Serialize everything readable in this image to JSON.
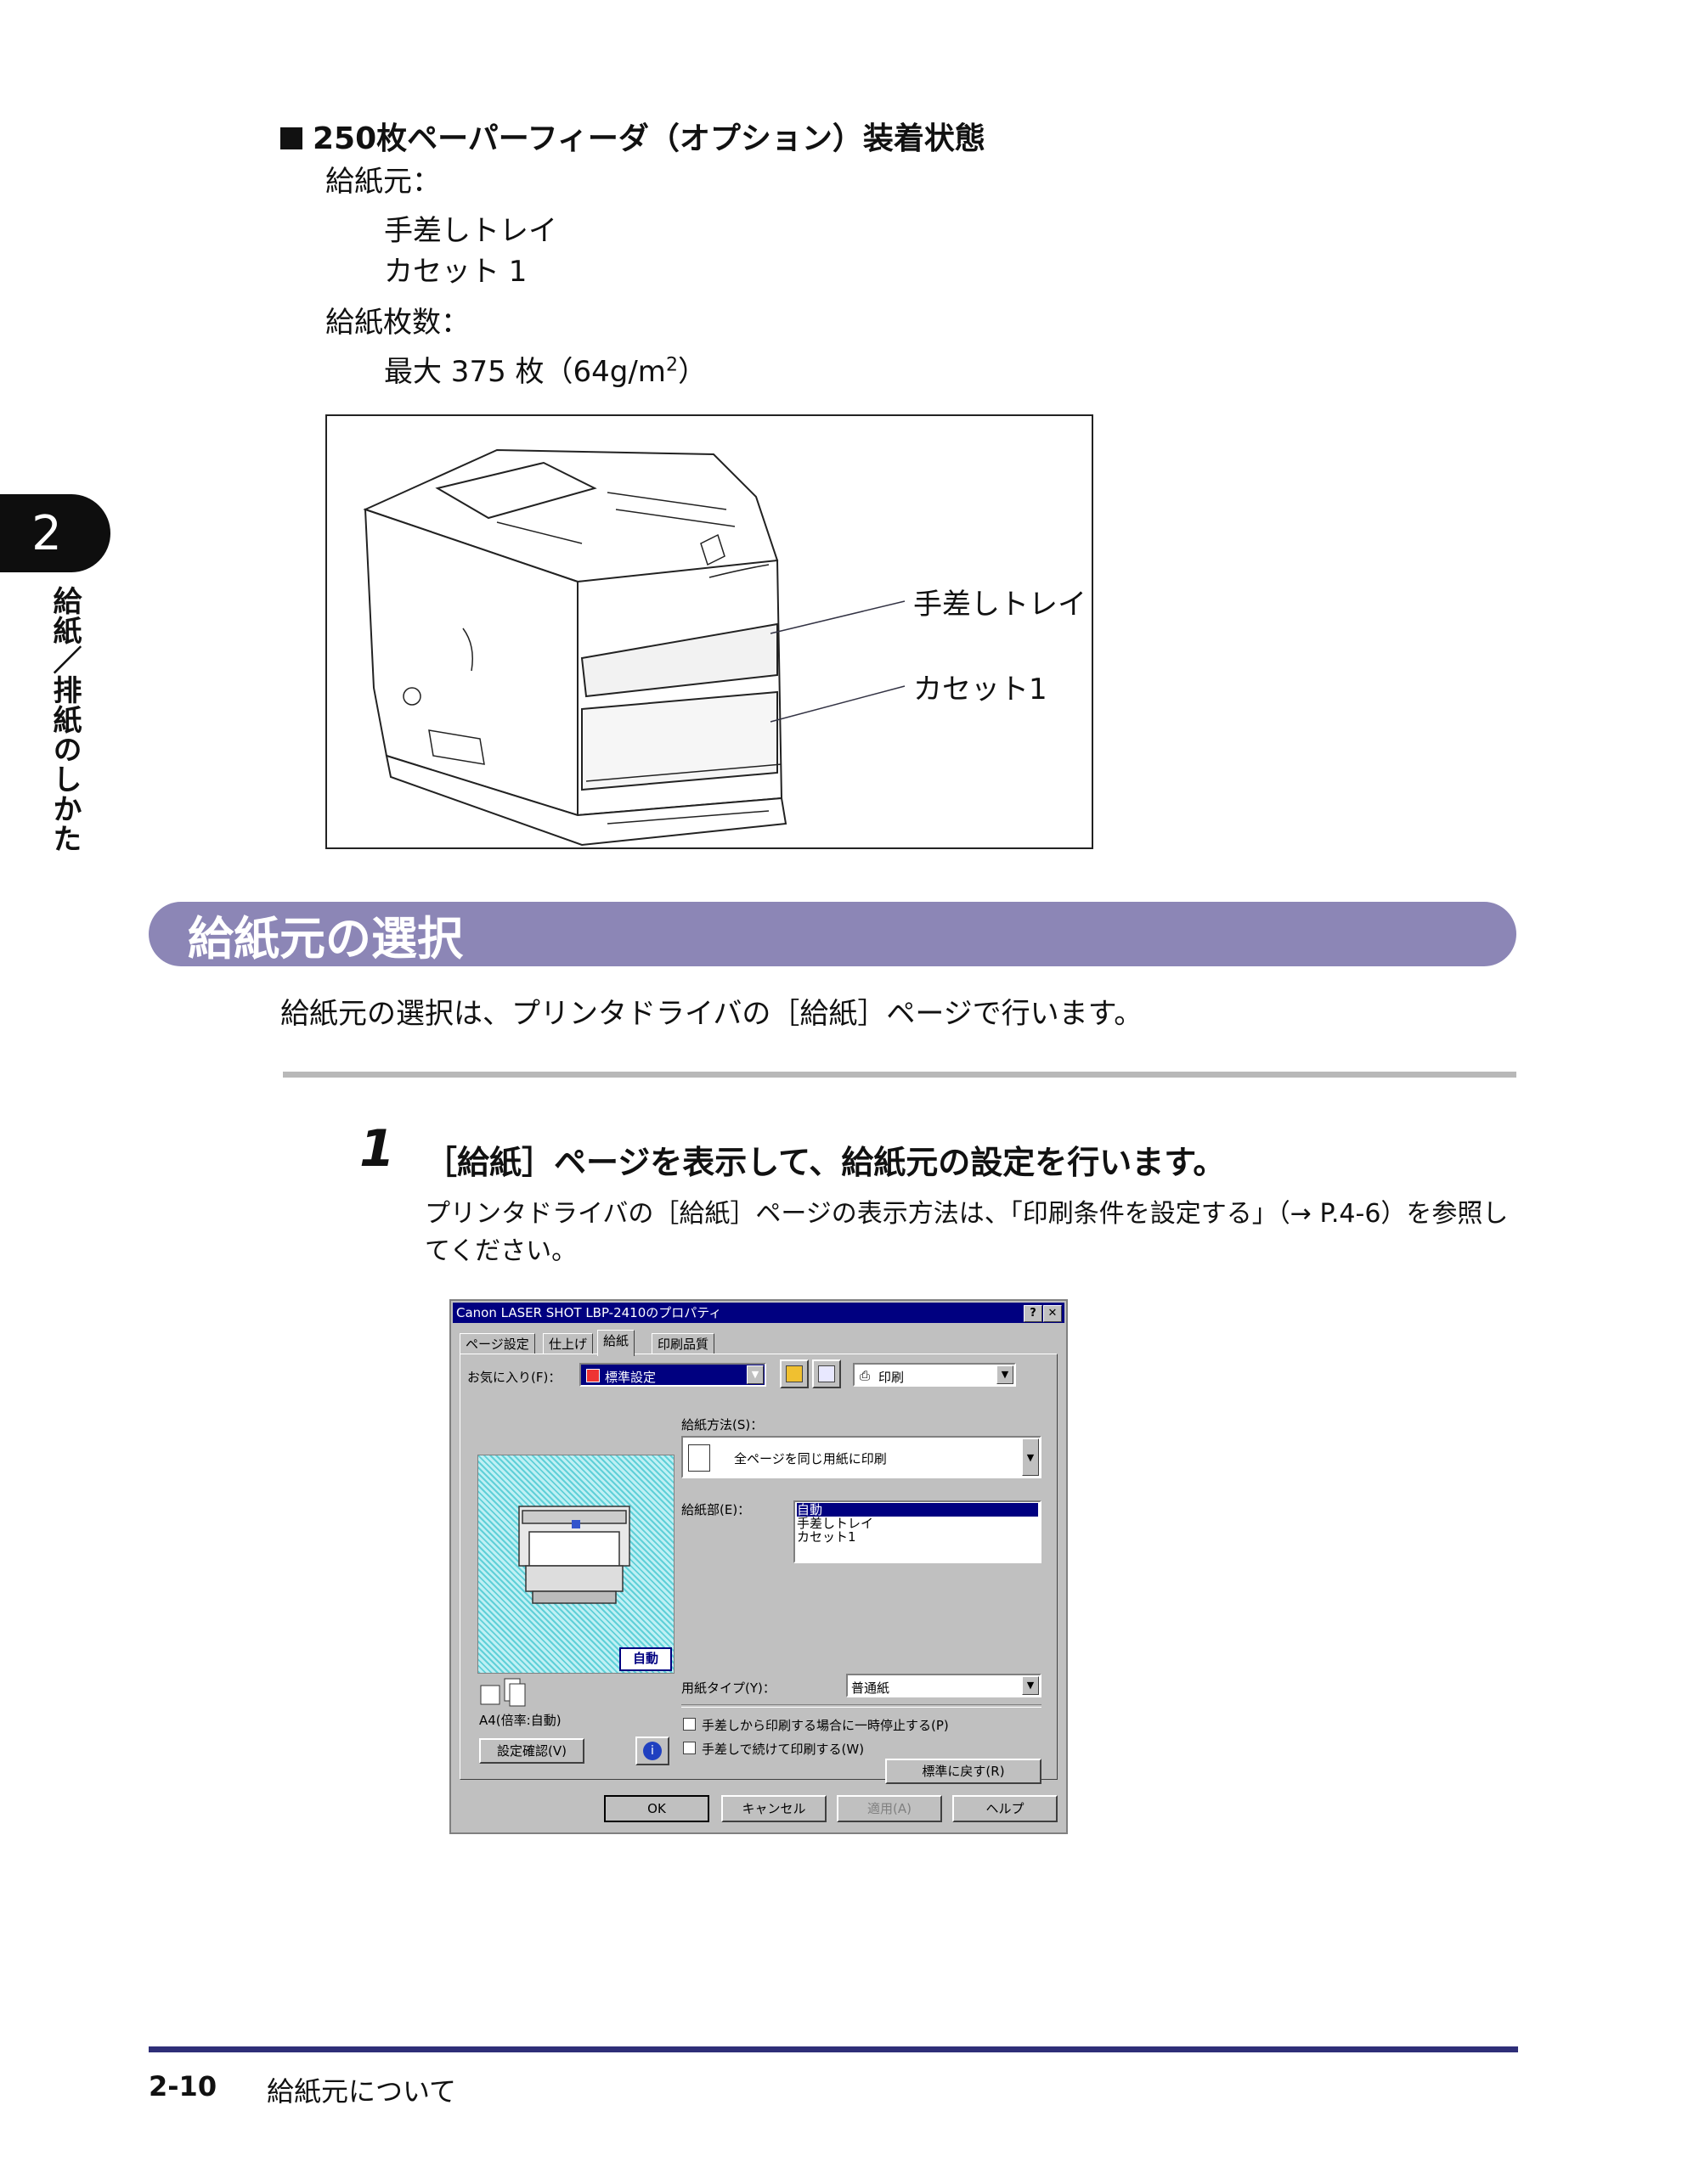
{
  "section": {
    "title": "250枚ペーパーフィーダ（オプション）装着状態",
    "source_label": "給紙元：",
    "sources": [
      "手差しトレイ",
      "カセット 1"
    ],
    "capacity_label": "給紙枚数：",
    "capacity_value": "最大 375 枚（64g/m",
    "capacity_sup": "2",
    "capacity_close": "）"
  },
  "figure": {
    "callout_tray": "手差しトレイ",
    "callout_cassette": "カセット1"
  },
  "side_tab": {
    "chapter": "2",
    "title": "給紙／排紙のしかた"
  },
  "banner": {
    "title": "給紙元の選択"
  },
  "intro": "給紙元の選択は、プリンタドライバの［給紙］ページで行います。",
  "step": {
    "number": "1",
    "title": "［給紙］ページを表示して、給紙元の設定を行います。",
    "description": "プリンタドライバの［給紙］ページの表示方法は、「印刷条件を設定する」（→ P.4-6）を参照してください。"
  },
  "dialog": {
    "title": "Canon LASER SHOT LBP-2410のプロパティ",
    "help_btn": "?",
    "close_btn": "✕",
    "tabs": [
      "ページ設定",
      "仕上げ",
      "給紙",
      "印刷品質"
    ],
    "favorites_label": "お気に入り(F)：",
    "favorites_value": "標準設定",
    "output_value": "印刷",
    "paper_method_label": "給紙方法(S)：",
    "paper_method_value": "全ページを同じ用紙に印刷",
    "paper_source_label": "給紙部(E)：",
    "paper_source_options": [
      "自動",
      "手差しトレイ",
      "カセット1"
    ],
    "preview_badge": "自動",
    "paper_size_info": "A4(倍率:自動)",
    "paper_type_label": "用紙タイプ(Y)：",
    "paper_type_value": "普通紙",
    "check_pause": "手差しから印刷する場合に一時停止する(P)",
    "check_continuous": "手差しで続けて印刷する(W)",
    "confirm_btn": "設定確認(V)",
    "restore_btn": "標準に戻す(R)",
    "ok_btn": "OK",
    "cancel_btn": "キャンセル",
    "apply_btn": "適用(A)",
    "help_text_btn": "ヘルプ"
  },
  "footer": {
    "page": "2-10",
    "title": "給紙元について"
  },
  "colors": {
    "banner": "#8c86b6",
    "footer_rule": "#2e2e78",
    "title_bar": "#000080"
  }
}
